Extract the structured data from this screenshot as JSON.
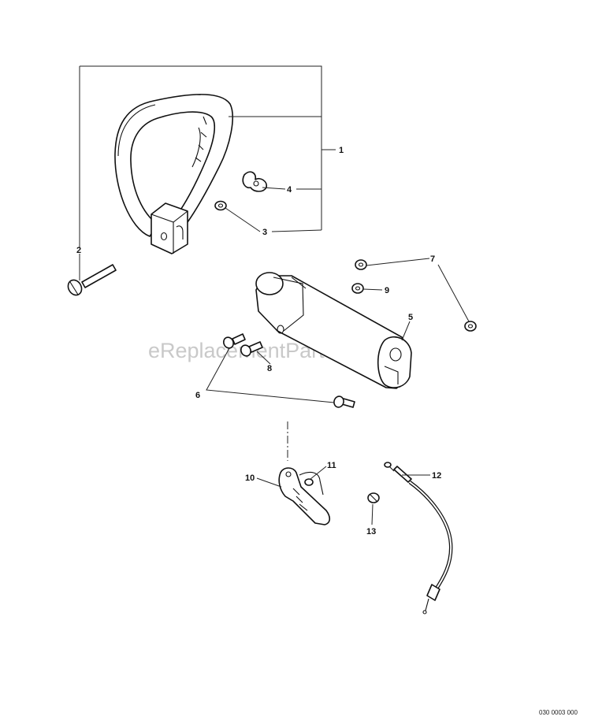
{
  "watermark": "eReplacementParts.com",
  "reference": "030 0003 000",
  "callouts": [
    "1",
    "2",
    "3",
    "4",
    "5",
    "6",
    "7",
    "8",
    "9",
    "10",
    "11",
    "12",
    "13"
  ]
}
